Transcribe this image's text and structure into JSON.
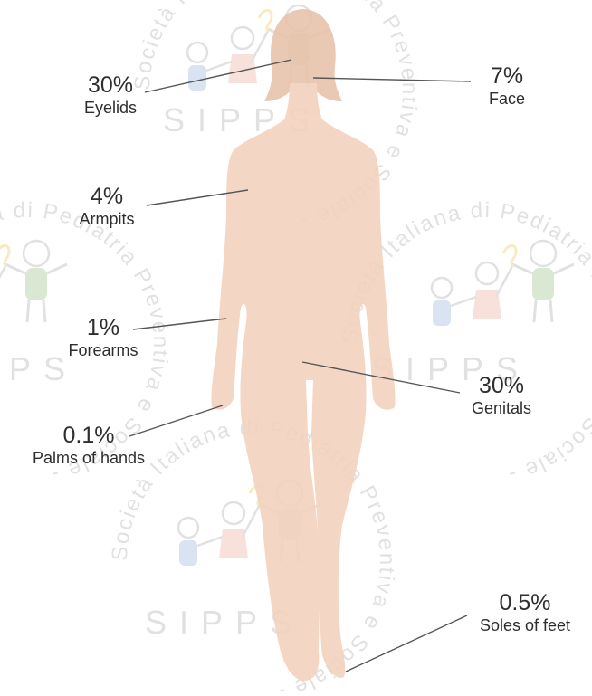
{
  "watermark": {
    "ring_text": "Società Italiana di Pediatria Preventiva e Sociale -",
    "initials": "SIPPS",
    "colors": {
      "text": "#c9c9c9",
      "kid_green": "#a9c79a",
      "kid_pink": "#efb8ae",
      "kid_blue": "#a9bfe0",
      "kid_yellow": "#f2dd8c"
    }
  },
  "figure": {
    "skin_color": "#f3d0bd",
    "hair_color": "#e8c2aa"
  },
  "annotations": [
    {
      "id": "eyelids",
      "percent": "30%",
      "body_part": "Eyelids"
    },
    {
      "id": "face",
      "percent": "7%",
      "body_part": "Face"
    },
    {
      "id": "armpits",
      "percent": "4%",
      "body_part": "Armpits"
    },
    {
      "id": "forearms",
      "percent": "1%",
      "body_part": "Forearms"
    },
    {
      "id": "genitals",
      "percent": "30%",
      "body_part": "Genitals"
    },
    {
      "id": "palms",
      "percent": "0.1%",
      "body_part": "Palms of hands"
    },
    {
      "id": "soles",
      "percent": "0.5%",
      "body_part": "Soles of feet"
    }
  ]
}
